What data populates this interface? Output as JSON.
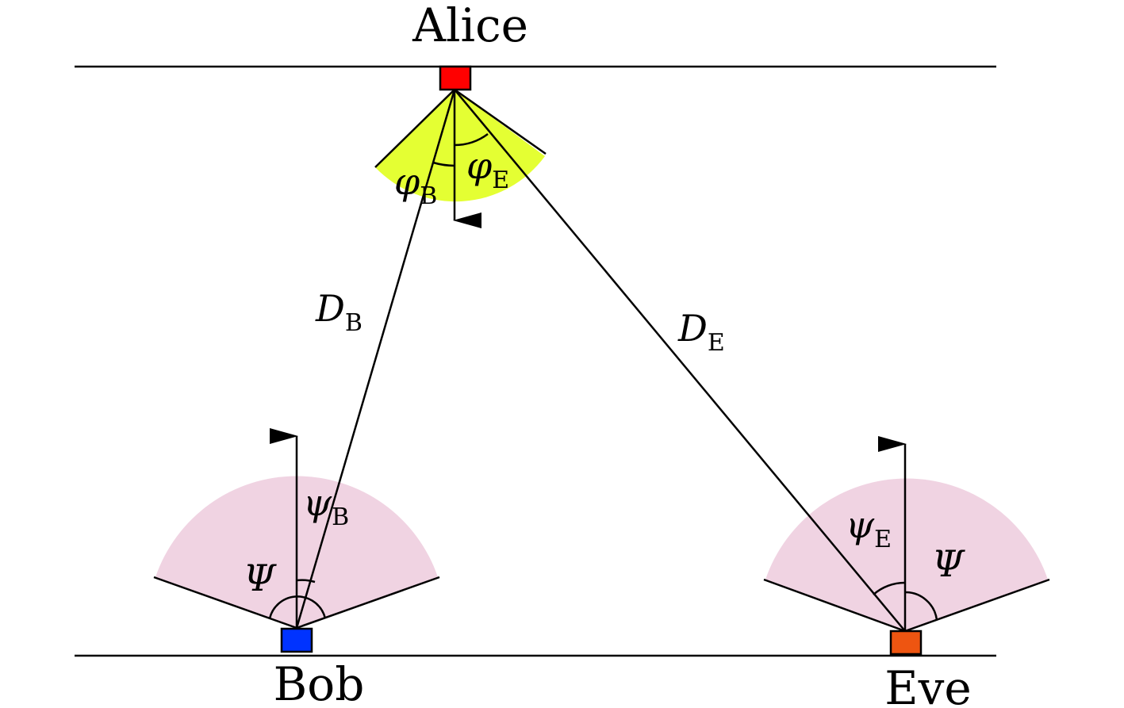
{
  "nodes": {
    "alice": {
      "label": "Alice",
      "color": "#ff0000"
    },
    "bob": {
      "label": "Bob",
      "color": "#0033ff"
    },
    "eve": {
      "label": "Eve",
      "color": "#ee5511"
    }
  },
  "symbols": {
    "d_b": {
      "main": "D",
      "sub": "B"
    },
    "d_e": {
      "main": "D",
      "sub": "E"
    },
    "phi_b": {
      "main": "φ",
      "sub": "B"
    },
    "phi_e": {
      "main": "φ",
      "sub": "E"
    },
    "psi_b": {
      "main": "ψ",
      "sub": "B"
    },
    "psi_e": {
      "main": "ψ",
      "sub": "E"
    },
    "psi_bob": {
      "main": "Ψ"
    },
    "psi_eve": {
      "main": "Ψ"
    }
  },
  "colors": {
    "alice_fov": "#e4ff33",
    "receiver_fov": "#f0d3e2"
  }
}
